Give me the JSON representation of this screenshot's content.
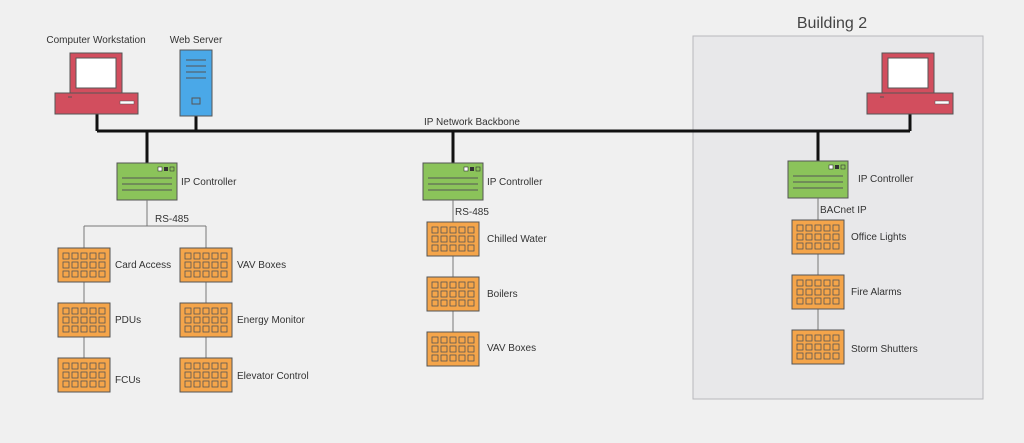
{
  "colors": {
    "background": "#f0f0f0",
    "building_panel": "#e8e8ea",
    "building_border": "#b8b8bc",
    "workstation": "#d24e5e",
    "screen": "#ffffff",
    "server": "#4aa8e8",
    "controller": "#8bc35a",
    "device": "#f5a54a",
    "line": "#111111",
    "thin_line": "#777777"
  },
  "labels": {
    "computer_workstation": "Computer Workstation",
    "web_server": "Web Server",
    "backbone": "IP Network Backbone",
    "building": "Building 2",
    "controller_left": "IP Controller",
    "controller_mid": "IP Controller",
    "controller_right": "IP Controller",
    "bus_left": "RS-485",
    "bus_mid": "RS-485",
    "bus_right": "BACnet IP"
  },
  "devices": {
    "card_access": "Card Access",
    "pdus": "PDUs",
    "fcus": "FCUs",
    "vav_left": "VAV Boxes",
    "energy_monitor": "Energy Monitor",
    "elevator_control": "Elevator Control",
    "chilled_water": "Chilled Water",
    "boilers": "Boilers",
    "vav_mid": "VAV Boxes",
    "office_lights": "Office Lights",
    "fire_alarms": "Fire Alarms",
    "storm_shutters": "Storm Shutters"
  }
}
